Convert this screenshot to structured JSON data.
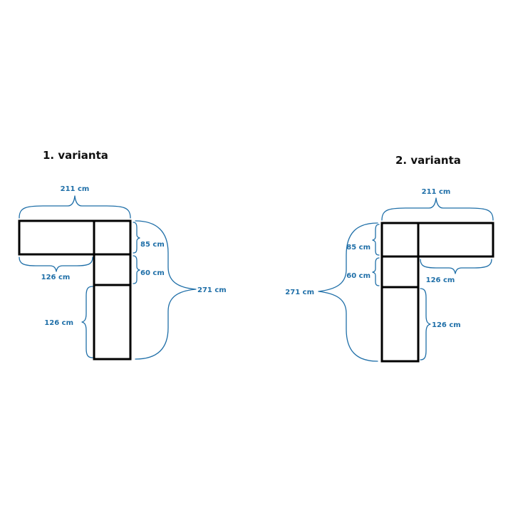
{
  "colors": {
    "dimension": "#1f6fa8",
    "outline": "#000000"
  },
  "variant_1": {
    "title": "1. varianta",
    "width_total": "211 cm",
    "bottom_left": "126 cm",
    "seg_top": "85 cm",
    "seg_mid": "60 cm",
    "seg_bottom": "126 cm",
    "height_total": "271 cm"
  },
  "variant_2": {
    "title": "2. varianta",
    "width_total": "211 cm",
    "bottom_right": "126 cm",
    "seg_top": "85 cm",
    "seg_mid": "60 cm",
    "seg_bottom": "126 cm",
    "height_total": "271 cm"
  }
}
